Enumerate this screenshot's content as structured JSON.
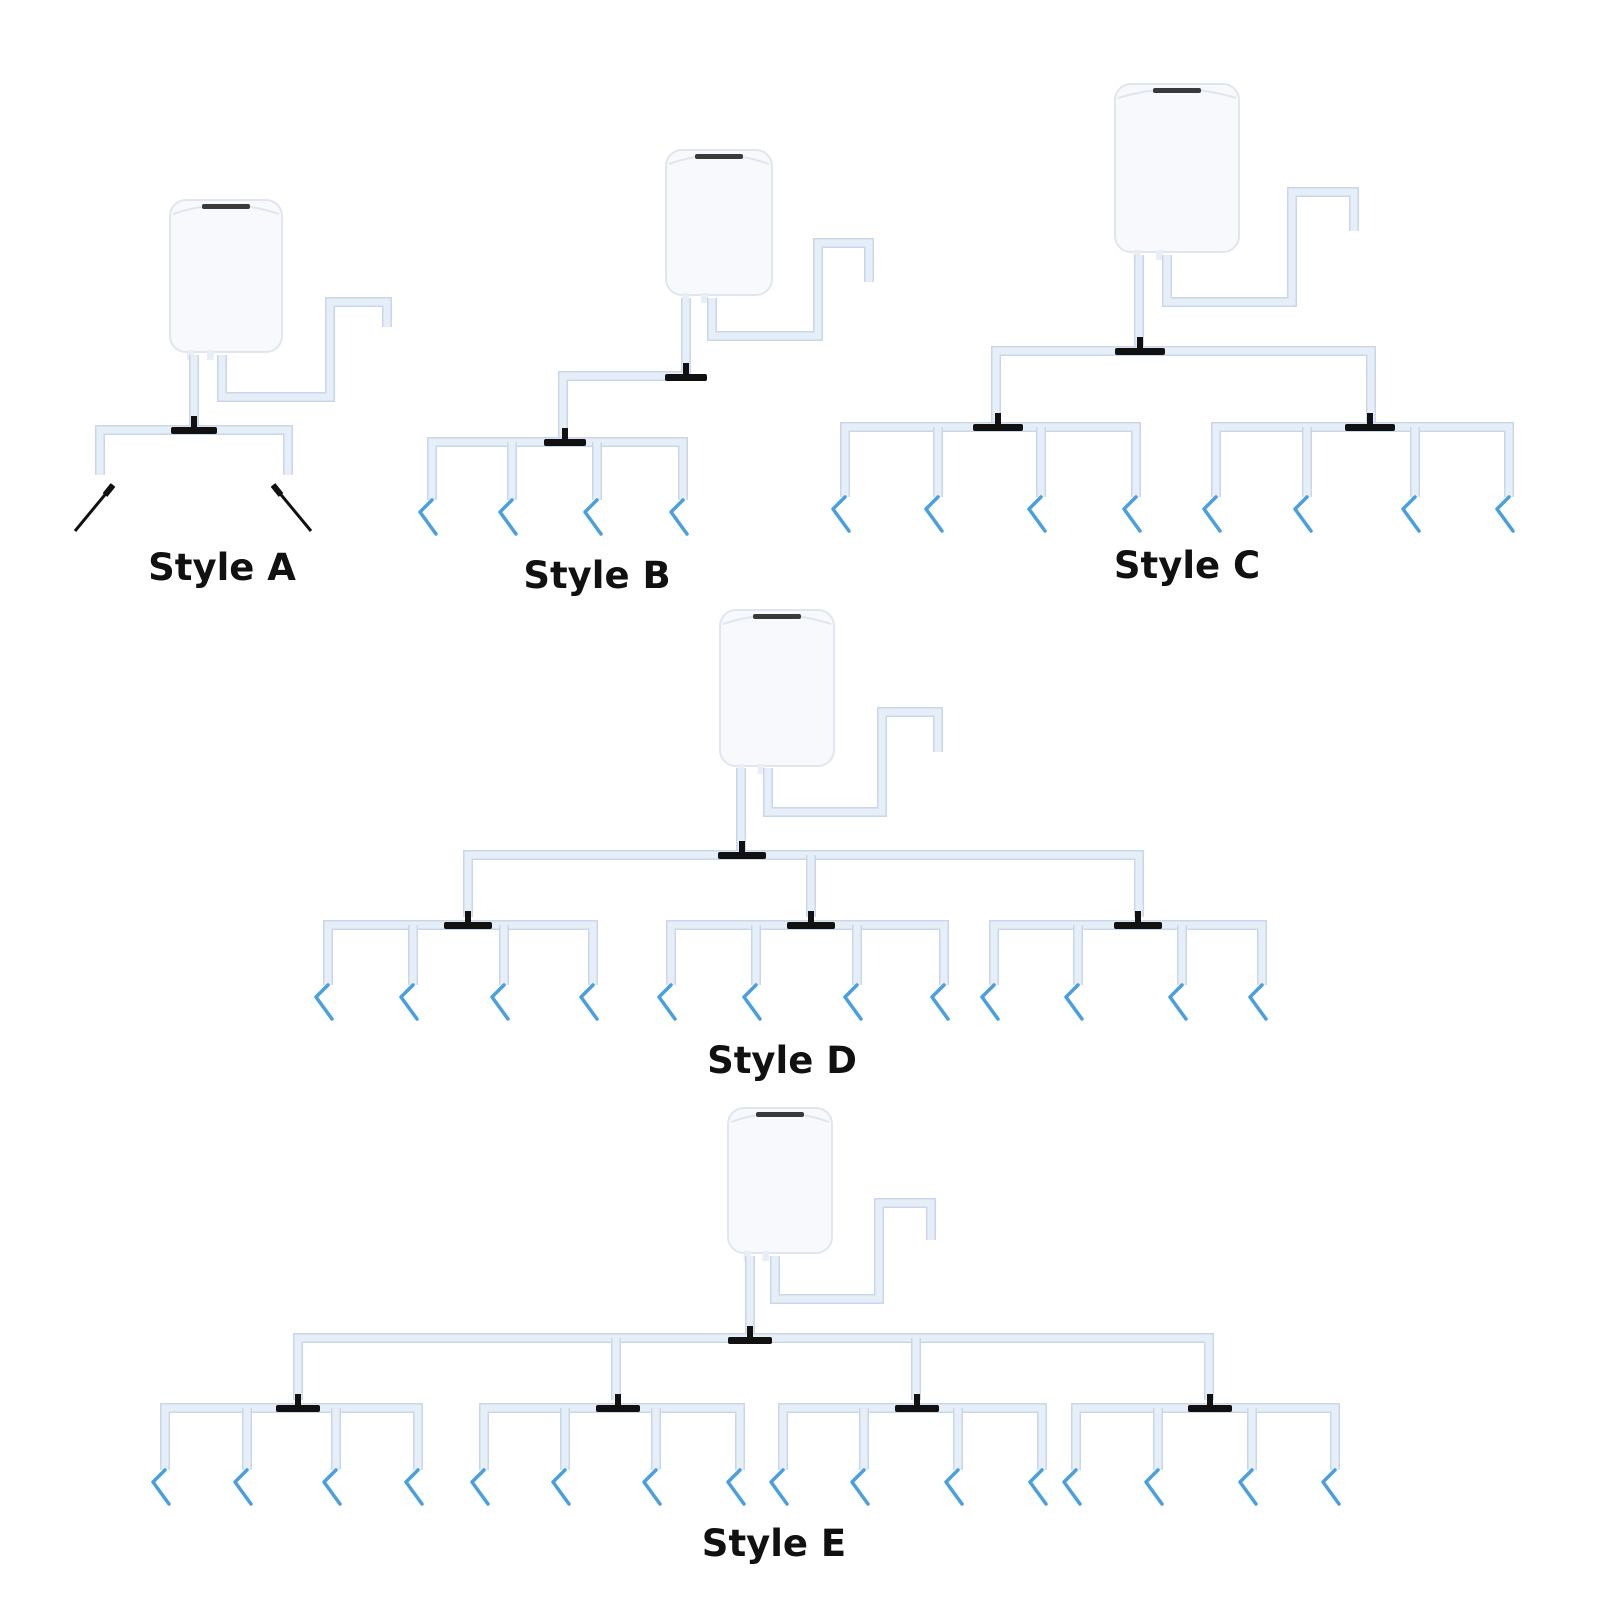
{
  "colors": {
    "background": "#ffffff",
    "tube": "#e6eef8",
    "tube_edge": "#c9d7ea",
    "reservoir": "#f7f9fc",
    "reservoir_edge": "#dfe6f0",
    "connector": "#111111",
    "dripper": "#4a9fe0"
  },
  "kits": [
    {
      "id": "a",
      "label": "Style A",
      "branches": 1,
      "drippers_per_branch": 2,
      "dripper_type": "spike",
      "dripper_icon": "black-spike-dripper-icon"
    },
    {
      "id": "b",
      "label": "Style B",
      "branches": 1,
      "drippers_per_branch": 4,
      "dripper_type": "hook",
      "dripper_icon": "blue-hook-dripper-icon"
    },
    {
      "id": "c",
      "label": "Style C",
      "branches": 2,
      "drippers_per_branch": 4,
      "dripper_type": "hook",
      "dripper_icon": "blue-hook-dripper-icon"
    },
    {
      "id": "d",
      "label": "Style D",
      "branches": 3,
      "drippers_per_branch": 4,
      "dripper_type": "hook",
      "dripper_icon": "blue-hook-dripper-icon"
    },
    {
      "id": "e",
      "label": "Style E",
      "branches": 4,
      "drippers_per_branch": 4,
      "dripper_type": "hook",
      "dripper_icon": "blue-hook-dripper-icon"
    }
  ]
}
